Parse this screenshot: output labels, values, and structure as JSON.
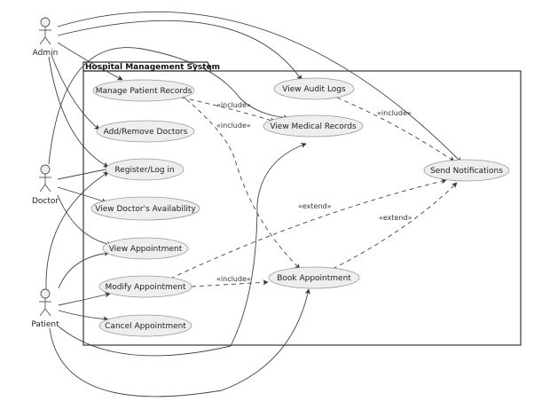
{
  "diagram": {
    "type": "use-case",
    "system": {
      "title": "Hospital Management System"
    },
    "actors": [
      {
        "id": "admin",
        "label": "Admin"
      },
      {
        "id": "doctor",
        "label": "Doctor"
      },
      {
        "id": "patient",
        "label": "Patient"
      }
    ],
    "use_cases": [
      {
        "id": "manage_records",
        "label": "Manage Patient Records"
      },
      {
        "id": "add_remove_doctors",
        "label": "Add/Remove Doctors"
      },
      {
        "id": "register_login",
        "label": "Register/Log in"
      },
      {
        "id": "view_availability",
        "label": "View Doctor's Availability"
      },
      {
        "id": "view_appointment",
        "label": "View Appointment"
      },
      {
        "id": "modify_appointment",
        "label": "Modify Appointment"
      },
      {
        "id": "cancel_appointment",
        "label": "Cancel Appointment"
      },
      {
        "id": "view_audit_logs",
        "label": "View Audit Logs"
      },
      {
        "id": "view_medical_records",
        "label": "View Medical Records"
      },
      {
        "id": "book_appointment",
        "label": "Book Appointment"
      },
      {
        "id": "send_notifications",
        "label": "Send Notifications"
      }
    ],
    "associations": [
      {
        "from": "admin",
        "to": "manage_records"
      },
      {
        "from": "admin",
        "to": "add_remove_doctors"
      },
      {
        "from": "admin",
        "to": "register_login"
      },
      {
        "from": "admin",
        "to": "view_audit_logs"
      },
      {
        "from": "admin",
        "to": "send_notifications"
      },
      {
        "from": "doctor",
        "to": "register_login"
      },
      {
        "from": "doctor",
        "to": "view_availability"
      },
      {
        "from": "doctor",
        "to": "view_appointment"
      },
      {
        "from": "doctor",
        "to": "view_medical_records"
      },
      {
        "from": "patient",
        "to": "register_login"
      },
      {
        "from": "patient",
        "to": "view_appointment"
      },
      {
        "from": "patient",
        "to": "modify_appointment"
      },
      {
        "from": "patient",
        "to": "cancel_appointment"
      },
      {
        "from": "patient",
        "to": "view_medical_records"
      },
      {
        "from": "patient",
        "to": "book_appointment"
      }
    ],
    "relations": [
      {
        "from": "manage_records",
        "to": "view_medical_records",
        "label": "«include»"
      },
      {
        "from": "manage_records",
        "to": "book_appointment",
        "label": "«include»"
      },
      {
        "from": "view_audit_logs",
        "to": "send_notifications",
        "label": "«include»"
      },
      {
        "from": "modify_appointment",
        "to": "book_appointment",
        "label": "«include»"
      },
      {
        "from": "modify_appointment",
        "to": "send_notifications",
        "label": "«extend»"
      },
      {
        "from": "book_appointment",
        "to": "send_notifications",
        "label": "«extend»"
      }
    ]
  }
}
